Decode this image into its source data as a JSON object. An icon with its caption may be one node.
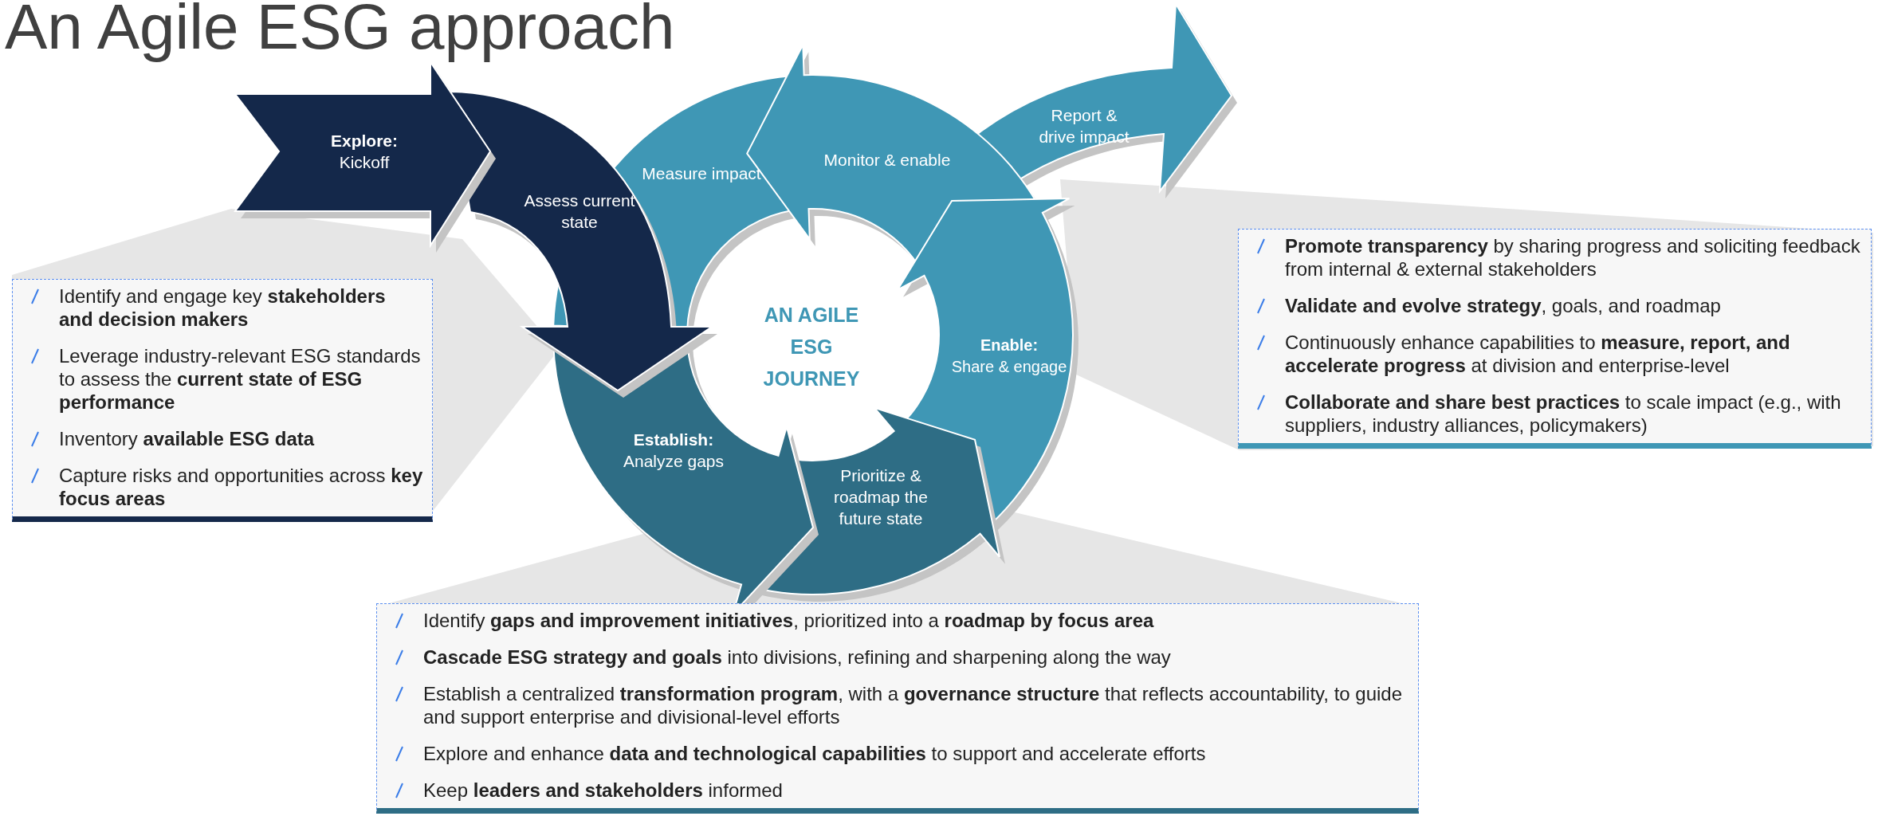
{
  "diagram": {
    "title": "An Agile ESG approach",
    "nodes": [
      {
        "text": [
          "Explore:",
          "Kickoff"
        ]
      },
      {
        "text": [
          "Assess current state"
        ]
      },
      {
        "text": [
          "Measure impact"
        ]
      },
      {
        "text": [
          "Monitor & enable"
        ]
      },
      {
        "text": [
          "Report & drive impact"
        ]
      },
      {
        "text": [
          "Enable:",
          "Share & engage"
        ]
      },
      {
        "text": [
          "Establish:",
          "Analyze gaps"
        ]
      },
      {
        "text": [
          "Prioritize & roadmap the future state"
        ]
      },
      {
        "text": [
          "AN AGILE ESG JOURNEY"
        ]
      },
      {
        "text": [
          "Identify and engage key **stakeholders and decision makers**",
          "Leverage industry-relevant ESG standards to assess the **current state of ESG performance**",
          "Inventory **available ESG data**",
          "Capture risks and opportunities across **key focus areas**"
        ]
      },
      {
        "text": [
          "**Promote transparency** by sharing progress and soliciting feedback from internal & external stakeholders",
          "**Validate and evolve strategy**, goals, and roadmap",
          "Continuously enhance capabilities to **measure, report, and accelerate progress** at division and enterprise-level",
          "**Collaborate and share best practices** to scale impact (e.g., with suppliers, industry alliances, policymakers)"
        ]
      },
      {
        "text": [
          "Identify **gaps and improvement initiatives**, prioritized into a **roadmap by focus area**",
          "**Cascade ESG strategy and goals** into divisions, refining and sharpening along the way",
          "Establish a centralized **transformation program**, with a **governance structure** that reflects accountability, to guide and support enterprise and divisional-level efforts",
          "Explore and enhance **data and technological capabilities** to support and accelerate efforts",
          "Keep **leaders and stakeholders** informed"
        ]
      }
    ]
  }
}
